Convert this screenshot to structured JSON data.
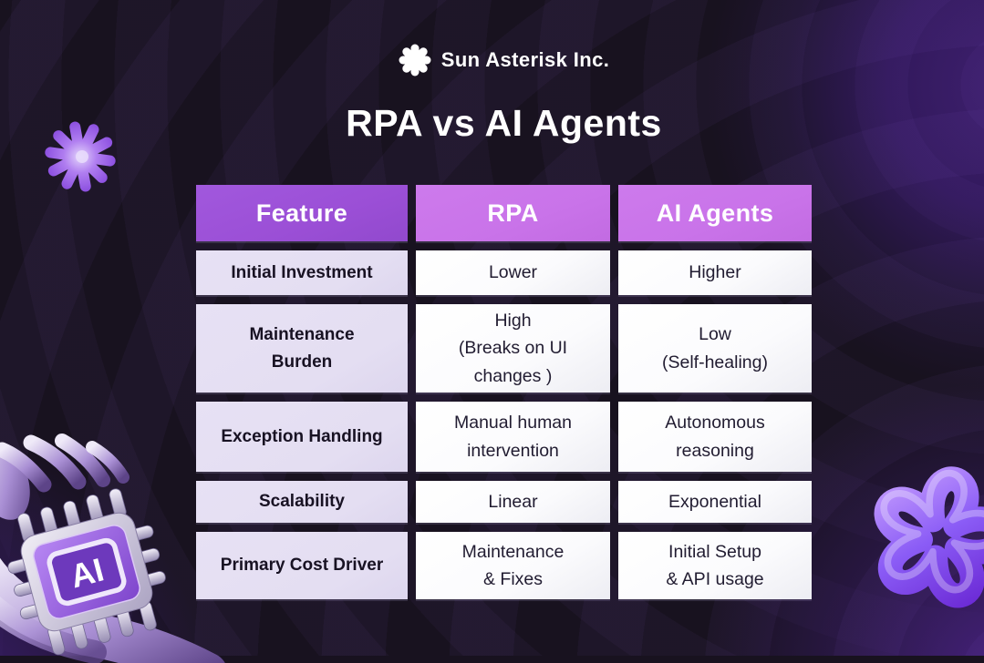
{
  "brand": {
    "name": "Sun Asterisk Inc."
  },
  "title": "RPA vs AI Agents",
  "table": {
    "headers": [
      "Feature",
      "RPA",
      "AI Agents"
    ],
    "rows": [
      {
        "feature": "Initial Investment",
        "rpa": "Lower",
        "ai": "Higher"
      },
      {
        "feature": "Maintenance\nBurden",
        "rpa": "High\n(Breaks on UI\nchanges )",
        "ai": "Low\n(Self-healing)"
      },
      {
        "feature": "Exception Handling",
        "rpa": "Manual human\nintervention",
        "ai": "Autonomous\nreasoning"
      },
      {
        "feature": "Scalability",
        "rpa": "Linear",
        "ai": "Exponential"
      },
      {
        "feature": "Primary Cost Driver",
        "rpa": "Maintenance\n& Fixes",
        "ai": "Initial Setup\n& API usage"
      }
    ]
  },
  "decorations": {
    "ai_chip_label": "AI",
    "left_shape": "purple-3d-asterisk",
    "right_shape": "purple-3d-flower-tube",
    "bottom_left_shape": "purple-robot-hand-holding-ai-chip"
  },
  "colors": {
    "background": "#18121F",
    "header_feature_bg": "#9B4FD6",
    "header_compare_bg": "#C973E9",
    "feature_cell_bg": "#E4DEF2",
    "value_cell_bg": "#FBFBFD",
    "cell_text": "#1A1428",
    "header_text": "#FFFFFF",
    "accent_purple": "#8B5CF6"
  }
}
